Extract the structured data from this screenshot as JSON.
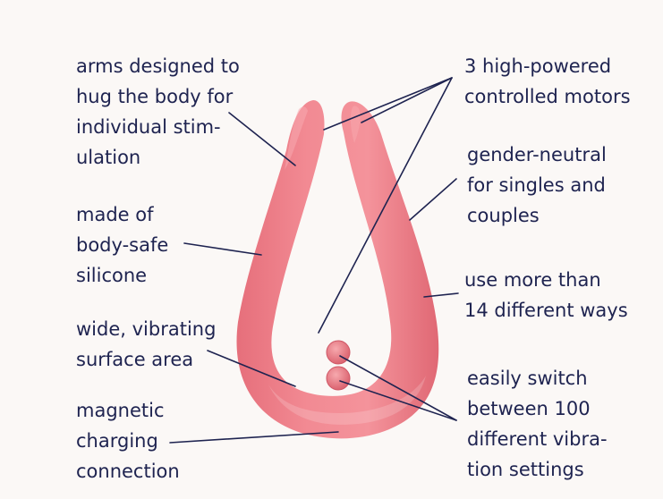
{
  "colors": {
    "background": "#fbf8f6",
    "text": "#1e2350",
    "leader_line": "#1e2350",
    "device": "#ef7f89",
    "device_light": "#f6a2a8",
    "device_dark": "#d9616d"
  },
  "icons": {
    "device": "u-shaped-pink-vibrator-illustration",
    "buttons": "round-button-icon"
  },
  "labels": {
    "arms": [
      "arms designed to",
      "hug the body for",
      "individual stim-",
      "ulation"
    ],
    "silicone": [
      "made of",
      "body-safe",
      "silicone"
    ],
    "surface": [
      "wide, vibrating",
      "surface area"
    ],
    "charging": [
      "magnetic",
      "charging",
      "connection"
    ],
    "motors": [
      "3 high-powered",
      "controlled motors"
    ],
    "gender": [
      "gender-neutral",
      "for singles and",
      "couples"
    ],
    "ways": [
      "use more than",
      "14 different ways"
    ],
    "switch": [
      "easily switch",
      "between 100",
      "different vibra-",
      "tion settings"
    ]
  }
}
